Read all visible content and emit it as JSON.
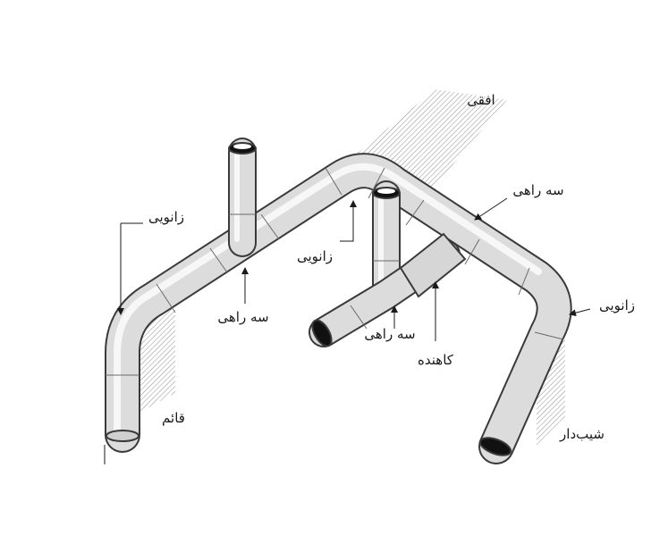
{
  "labels": {
    "horizontal": "افقی",
    "tee_upper_right": "سه راهی",
    "elbow_left": "زانویی",
    "elbow_middle": "زانویی",
    "tee_left": "سه راهی",
    "tee_middle": "سه راهی",
    "reducer": "کاهنده",
    "elbow_right": "زانویی",
    "vertical": "قائم",
    "sloped": "شیب‌دار"
  },
  "colors": {
    "pipe_fill": "#dcdcdc",
    "pipe_outline": "#3a3a3a",
    "hatch": "#9a9a9a",
    "text": "#1a1a1a"
  }
}
